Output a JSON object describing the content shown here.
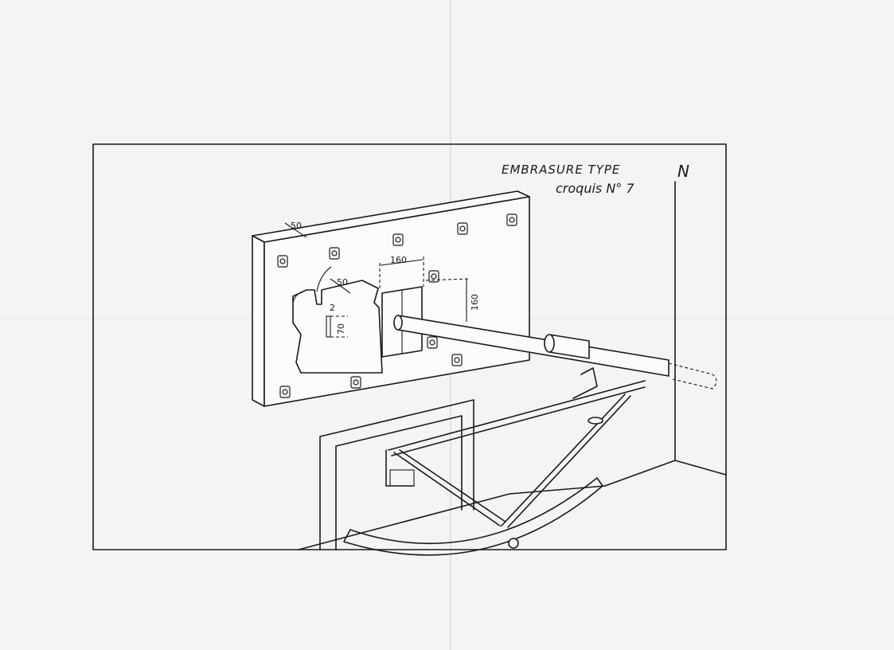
{
  "title": {
    "line1": "EMBRASURE TYPE",
    "line2": "croquis N° 7"
  },
  "north_marker": "N",
  "dimensions": {
    "plate_thickness": "50",
    "shutter_thickness": "50",
    "opening_width": "160",
    "opening_height": "160",
    "slot_width": "2",
    "slot_height": "70"
  },
  "colors": {
    "paper": "#f4f4f2",
    "ink": "#1a1a1a"
  }
}
